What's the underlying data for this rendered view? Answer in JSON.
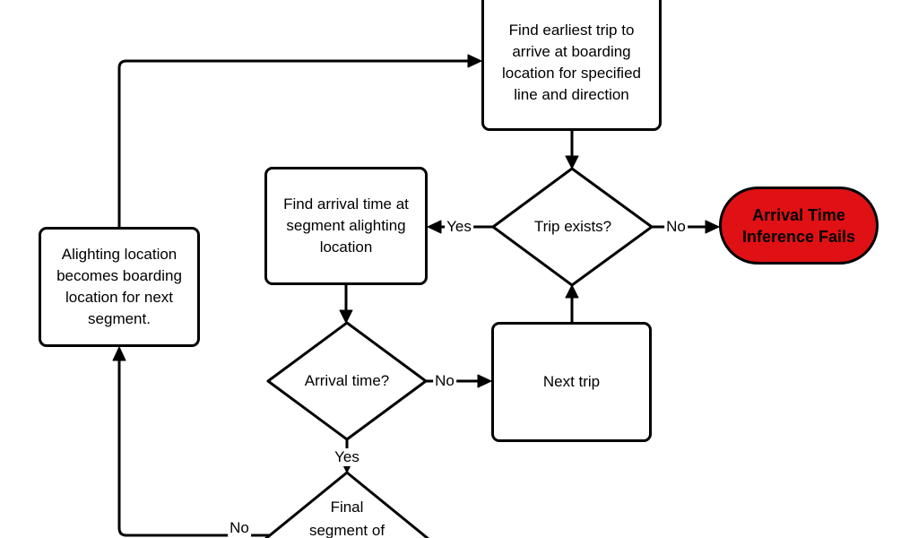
{
  "colors": {
    "fail_fill": "#e01114",
    "line": "#000000",
    "node_fill": "#ffffff",
    "text": "#000000"
  },
  "nodes": {
    "find_earliest_trip": {
      "type": "process",
      "lines": [
        "Find earliest trip to",
        "arrive at boarding",
        "location for specified",
        "line and direction"
      ]
    },
    "trip_exists": {
      "type": "decision",
      "label": "Trip exists?"
    },
    "inference_fails": {
      "type": "terminator",
      "lines": [
        "Arrival Time",
        "Inference Fails"
      ]
    },
    "find_arrival_time": {
      "type": "process",
      "lines": [
        "Find arrival time at",
        "segment alighting",
        "location"
      ]
    },
    "arrival_time": {
      "type": "decision",
      "label": "Arrival time?"
    },
    "next_trip": {
      "type": "process",
      "label": "Next trip"
    },
    "alighting_location": {
      "type": "process",
      "lines": [
        "Alighting location",
        "becomes boarding",
        "location for next",
        "segment."
      ]
    },
    "final_segment": {
      "type": "decision",
      "lines": [
        "Final",
        "segment of"
      ]
    }
  },
  "edge_labels": {
    "trip_exists_yes": "Yes",
    "trip_exists_no": "No",
    "arrival_time_no": "No",
    "arrival_time_yes": "Yes",
    "final_segment_no": "No"
  }
}
